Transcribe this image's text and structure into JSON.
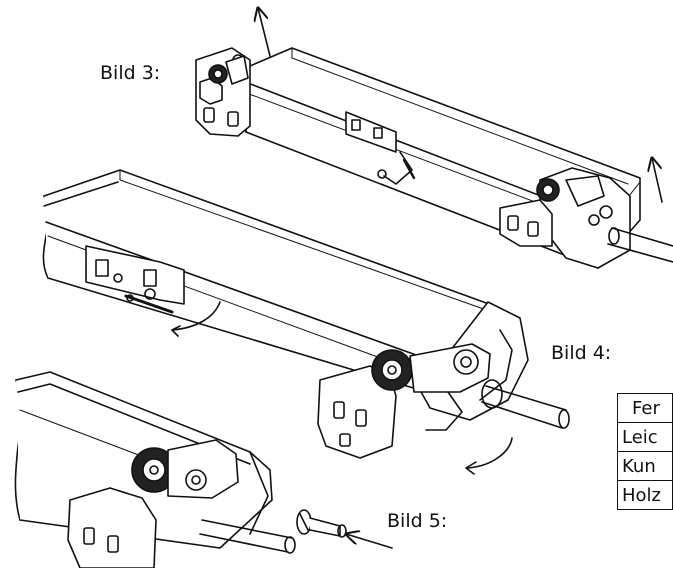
{
  "labels": {
    "bild3": "Bild 3:",
    "bild4": "Bild 4:",
    "bild5": "Bild 5:"
  },
  "table": {
    "rows": [
      "Fer",
      "Leic",
      "Kun",
      "Holz"
    ]
  },
  "colors": {
    "line": "#111111",
    "background": "#ffffff"
  }
}
